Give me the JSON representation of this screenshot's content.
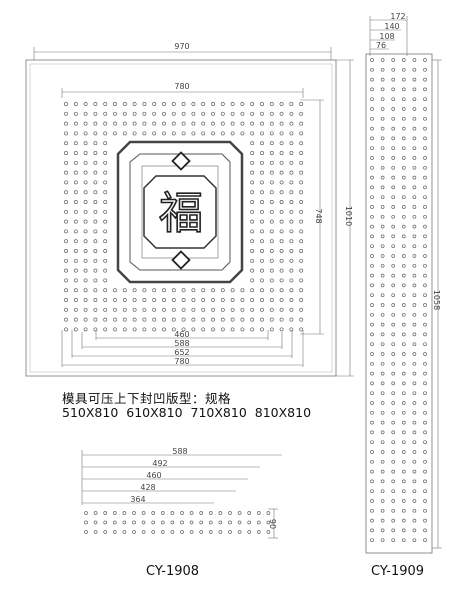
{
  "panel_1908": {
    "dims": {
      "outer_width": "970",
      "inner_width": "780",
      "height_outer": "1010",
      "height_inner": "748",
      "bottom_1": "460",
      "bottom_2": "588",
      "bottom_3": "652",
      "bottom_4": "780"
    },
    "center_character": "福"
  },
  "strip_1909": {
    "dims": [
      "172",
      "140",
      "108",
      "76"
    ],
    "height": "1058"
  },
  "small_panel": {
    "dims": [
      "588",
      "492",
      "460",
      "428",
      "364"
    ],
    "height": "90"
  },
  "captions": {
    "mold_note": "模具可压上下封凹版型：规格",
    "sizes": "510X810  610X810  710X810  810X810"
  },
  "models": {
    "left": "CY-1908",
    "right": "CY-1909"
  },
  "colors": {
    "line": "#555555",
    "dot": "#666666",
    "panel_fill": "#ffffff"
  }
}
